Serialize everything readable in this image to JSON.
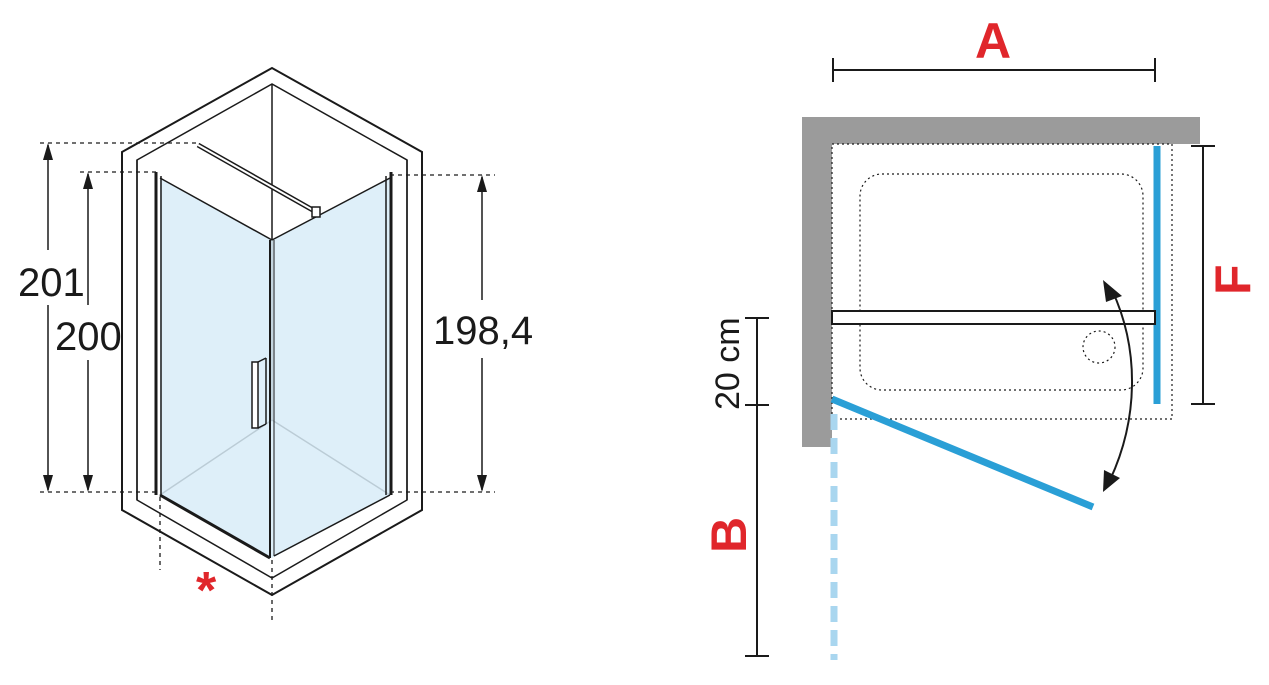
{
  "colors": {
    "accent_red": "#e0262b",
    "glass_blue": "#2a9fd6",
    "glass_blue_light": "#a9d6ef",
    "glass_fill": "#d8ecf8",
    "wall_gray": "#9b9b9b",
    "line": "#1a1a1a"
  },
  "isometric": {
    "height_total": "201",
    "height_frame": "200",
    "height_glass": "198,4",
    "marker": "*"
  },
  "plan": {
    "dim_width": "A",
    "dim_depth": "F",
    "dim_opening": "B",
    "dim_offset": "20 cm"
  },
  "icons": {
    "swing_arrow": "double-arrow-arc-icon"
  }
}
